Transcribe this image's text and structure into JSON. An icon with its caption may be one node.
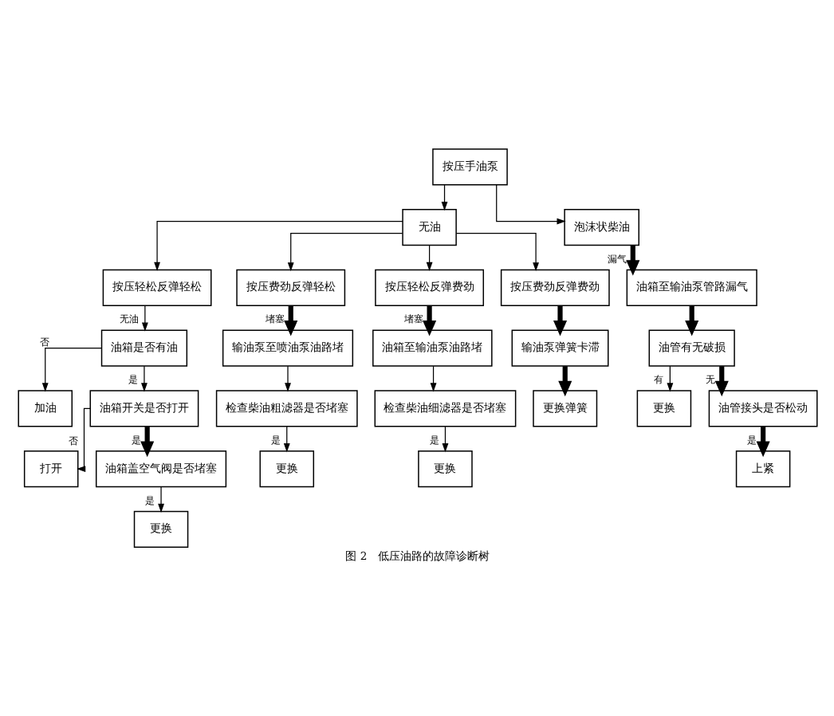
{
  "diagram": {
    "caption": "图 2　低压油路的故障诊断树",
    "nodes": [
      {
        "text": [
          "按压手油泵"
        ]
      },
      {
        "text": [
          "无油"
        ]
      },
      {
        "text": [
          "泡沫状柴油"
        ]
      },
      {
        "text": [
          "按压轻松反弹轻松"
        ]
      },
      {
        "text": [
          "按压费劲反弹轻松"
        ]
      },
      {
        "text": [
          "按压轻松反弹费劲"
        ]
      },
      {
        "text": [
          "按压费劲反弹费劲"
        ]
      },
      {
        "text": [
          "油箱至输油泵管路漏气"
        ]
      },
      {
        "text": [
          "油箱是否有油"
        ]
      },
      {
        "text": [
          "输油泵至喷油泵油路堵"
        ]
      },
      {
        "text": [
          "油箱至输油泵油路堵"
        ]
      },
      {
        "text": [
          "输油泵弹簧卡滞"
        ]
      },
      {
        "text": [
          "油管有无破损"
        ]
      },
      {
        "text": [
          "加油"
        ]
      },
      {
        "text": [
          "检查柴油粗滤器是否堵塞"
        ]
      },
      {
        "text": [
          "检查柴油细滤器是否堵塞"
        ]
      },
      {
        "text": [
          "更换弹簧"
        ]
      },
      {
        "text": [
          "更换"
        ]
      },
      {
        "text": [
          "油管接头是否松动"
        ]
      },
      {
        "text": [
          "油箱开关是否打开"
        ]
      },
      {
        "text": [
          "更换"
        ]
      },
      {
        "text": [
          "更换"
        ]
      },
      {
        "text": [
          "上紧"
        ]
      },
      {
        "text": [
          "打开"
        ]
      },
      {
        "text": [
          "油箱盖空气阀是否堵塞"
        ]
      },
      {
        "text": [
          "更换"
        ]
      }
    ],
    "edges": [
      {
        "from": 0,
        "to": 1,
        "arrow": "to"
      },
      {
        "from": 0,
        "to": 2,
        "arrow": "to"
      },
      {
        "from": 1,
        "to": 3,
        "arrow": "to"
      },
      {
        "from": 1,
        "to": 4,
        "arrow": "to"
      },
      {
        "from": 1,
        "to": 5,
        "arrow": "to"
      },
      {
        "from": 1,
        "to": 6,
        "arrow": "to"
      },
      {
        "from": 2,
        "to": 7,
        "arrow": "to",
        "label": "漏气",
        "style": "thick"
      },
      {
        "from": 3,
        "to": 8,
        "arrow": "to",
        "label": "无油"
      },
      {
        "from": 4,
        "to": 9,
        "arrow": "to",
        "label": "堵塞",
        "style": "thick"
      },
      {
        "from": 5,
        "to": 10,
        "arrow": "to",
        "label": "堵塞",
        "style": "thick"
      },
      {
        "from": 6,
        "to": 11,
        "arrow": "to",
        "style": "thick"
      },
      {
        "from": 7,
        "to": 12,
        "arrow": "to",
        "style": "thick"
      },
      {
        "from": 8,
        "to": 13,
        "arrow": "to",
        "label": "否"
      },
      {
        "from": 8,
        "to": 19,
        "arrow": "to",
        "label": "是"
      },
      {
        "from": 9,
        "to": 14,
        "arrow": "to"
      },
      {
        "from": 10,
        "to": 15,
        "arrow": "to"
      },
      {
        "from": 11,
        "to": 16,
        "arrow": "to",
        "style": "thick"
      },
      {
        "from": 12,
        "to": 17,
        "arrow": "to",
        "label": "有"
      },
      {
        "from": 12,
        "to": 18,
        "arrow": "to",
        "label": "无",
        "style": "thick"
      },
      {
        "from": 14,
        "to": 20,
        "arrow": "to",
        "label": "是"
      },
      {
        "from": 15,
        "to": 21,
        "arrow": "to",
        "label": "是"
      },
      {
        "from": 18,
        "to": 22,
        "arrow": "to",
        "label": "是",
        "style": "thick"
      },
      {
        "from": 19,
        "to": 23,
        "arrow": "to",
        "label": "否"
      },
      {
        "from": 19,
        "to": 24,
        "arrow": "to",
        "label": "是",
        "style": "thick"
      },
      {
        "from": 24,
        "to": 25,
        "arrow": "to",
        "label": "是"
      }
    ]
  }
}
